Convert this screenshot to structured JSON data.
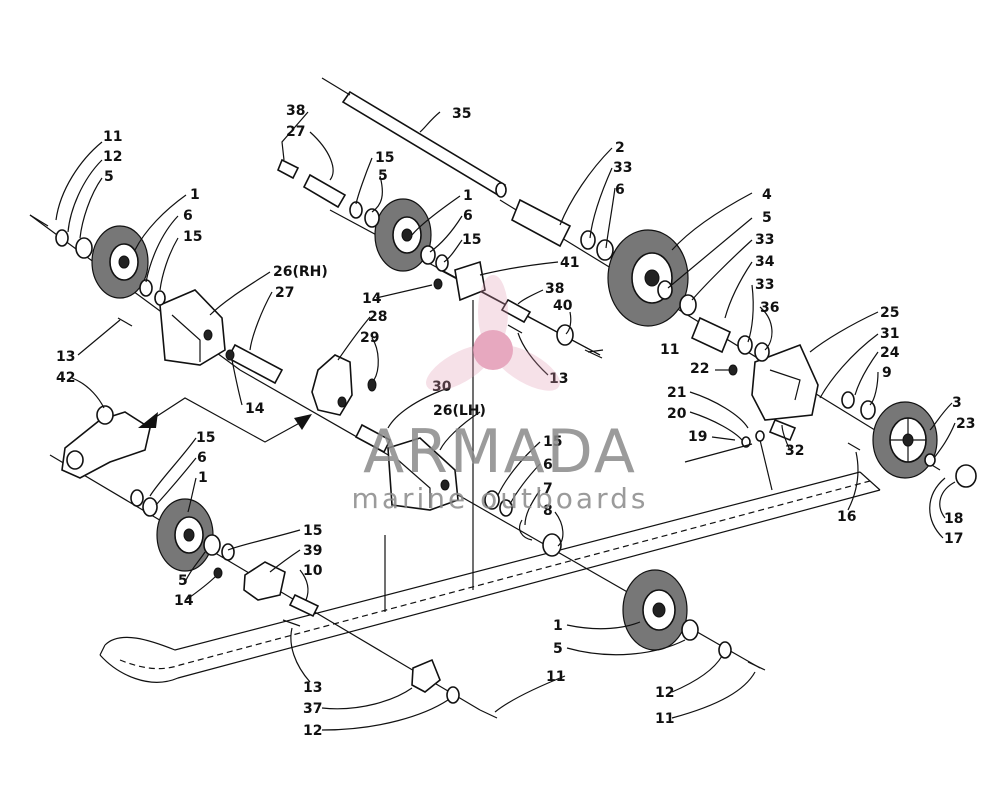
{
  "watermark": {
    "brand": "ARMADA",
    "tagline": "marine outboards",
    "brand_color": "#e39ab5",
    "text_color": "#8a8a8a"
  },
  "labels": [
    {
      "id": "l11a",
      "text": "11"
    },
    {
      "id": "l12a",
      "text": "12"
    },
    {
      "id": "l5a",
      "text": "5"
    },
    {
      "id": "l1a",
      "text": "1"
    },
    {
      "id": "l6a",
      "text": "6"
    },
    {
      "id": "l15a",
      "text": "15"
    },
    {
      "id": "l13a",
      "text": "13"
    },
    {
      "id": "l42",
      "text": "42"
    },
    {
      "id": "l26rh",
      "text": "26(RH)"
    },
    {
      "id": "l27a",
      "text": "27"
    },
    {
      "id": "l14a",
      "text": "14"
    },
    {
      "id": "l38a",
      "text": "38"
    },
    {
      "id": "l27b",
      "text": "27"
    },
    {
      "id": "l15b",
      "text": "15"
    },
    {
      "id": "l5b",
      "text": "5"
    },
    {
      "id": "l1b",
      "text": "1"
    },
    {
      "id": "l6b",
      "text": "6"
    },
    {
      "id": "l15c",
      "text": "15"
    },
    {
      "id": "l35",
      "text": "35"
    },
    {
      "id": "l41",
      "text": "41"
    },
    {
      "id": "l14b",
      "text": "14"
    },
    {
      "id": "l28",
      "text": "28"
    },
    {
      "id": "l29",
      "text": "29"
    },
    {
      "id": "l38b",
      "text": "38"
    },
    {
      "id": "l40",
      "text": "40"
    },
    {
      "id": "l13b",
      "text": "13"
    },
    {
      "id": "l30",
      "text": "30"
    },
    {
      "id": "l26lh",
      "text": "26(LH)"
    },
    {
      "id": "l2",
      "text": "2"
    },
    {
      "id": "l33a",
      "text": "33"
    },
    {
      "id": "l6c",
      "text": "6"
    },
    {
      "id": "l4",
      "text": "4"
    },
    {
      "id": "l5c",
      "text": "5"
    },
    {
      "id": "l33b",
      "text": "33"
    },
    {
      "id": "l34",
      "text": "34"
    },
    {
      "id": "l33c",
      "text": "33"
    },
    {
      "id": "l36",
      "text": "36"
    },
    {
      "id": "l11b",
      "text": "11"
    },
    {
      "id": "l25",
      "text": "25"
    },
    {
      "id": "l31",
      "text": "31"
    },
    {
      "id": "l24",
      "text": "24"
    },
    {
      "id": "l22",
      "text": "22"
    },
    {
      "id": "l9",
      "text": "9"
    },
    {
      "id": "l21",
      "text": "21"
    },
    {
      "id": "l20",
      "text": "20"
    },
    {
      "id": "l19",
      "text": "19"
    },
    {
      "id": "l32",
      "text": "32"
    },
    {
      "id": "l3",
      "text": "3"
    },
    {
      "id": "l23",
      "text": "23"
    },
    {
      "id": "l16",
      "text": "16"
    },
    {
      "id": "l18",
      "text": "18"
    },
    {
      "id": "l17",
      "text": "17"
    },
    {
      "id": "l15d",
      "text": "15"
    },
    {
      "id": "l6d",
      "text": "6"
    },
    {
      "id": "l7",
      "text": "7"
    },
    {
      "id": "l8",
      "text": "8"
    },
    {
      "id": "l15e",
      "text": "15"
    },
    {
      "id": "l6e",
      "text": "6"
    },
    {
      "id": "l1c",
      "text": "1"
    },
    {
      "id": "l15f",
      "text": "15"
    },
    {
      "id": "l39",
      "text": "39"
    },
    {
      "id": "l10",
      "text": "10"
    },
    {
      "id": "l5d",
      "text": "5"
    },
    {
      "id": "l14c",
      "text": "14"
    },
    {
      "id": "l13c",
      "text": "13"
    },
    {
      "id": "l1d",
      "text": "1"
    },
    {
      "id": "l5e",
      "text": "5"
    },
    {
      "id": "l11c",
      "text": "11"
    },
    {
      "id": "l37",
      "text": "37"
    },
    {
      "id": "l12b",
      "text": "12"
    },
    {
      "id": "l12c",
      "text": "12"
    },
    {
      "id": "l11d",
      "text": "11"
    }
  ]
}
